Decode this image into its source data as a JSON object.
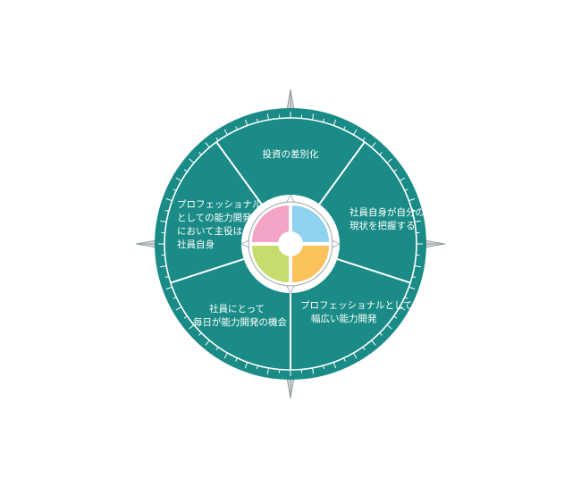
{
  "segments": [
    {
      "id": "top",
      "lines": [
        "投資の差別化"
      ]
    },
    {
      "id": "upper-right",
      "lines": [
        "社員自身が自分の",
        "現状を把握する"
      ]
    },
    {
      "id": "lower-right",
      "lines": [
        "プロフェッショナルとしての",
        "幅広い能力開発"
      ]
    },
    {
      "id": "lower-left",
      "lines": [
        "社員にとって",
        "毎日が能力開発の機会"
      ]
    },
    {
      "id": "upper-left",
      "lines": [
        "プロフェッショナル",
        "としての能力開発",
        "において主役は",
        "社員自身"
      ]
    }
  ],
  "colors": {
    "ring": "#1a8b86",
    "compass_star": "#cfd3d4",
    "compass_star_edge": "#8a9294",
    "quad_blue": "#8ed3ef",
    "quad_orange": "#fbc15a",
    "quad_green": "#c4dd6c",
    "quad_pink": "#f2a3c6"
  }
}
